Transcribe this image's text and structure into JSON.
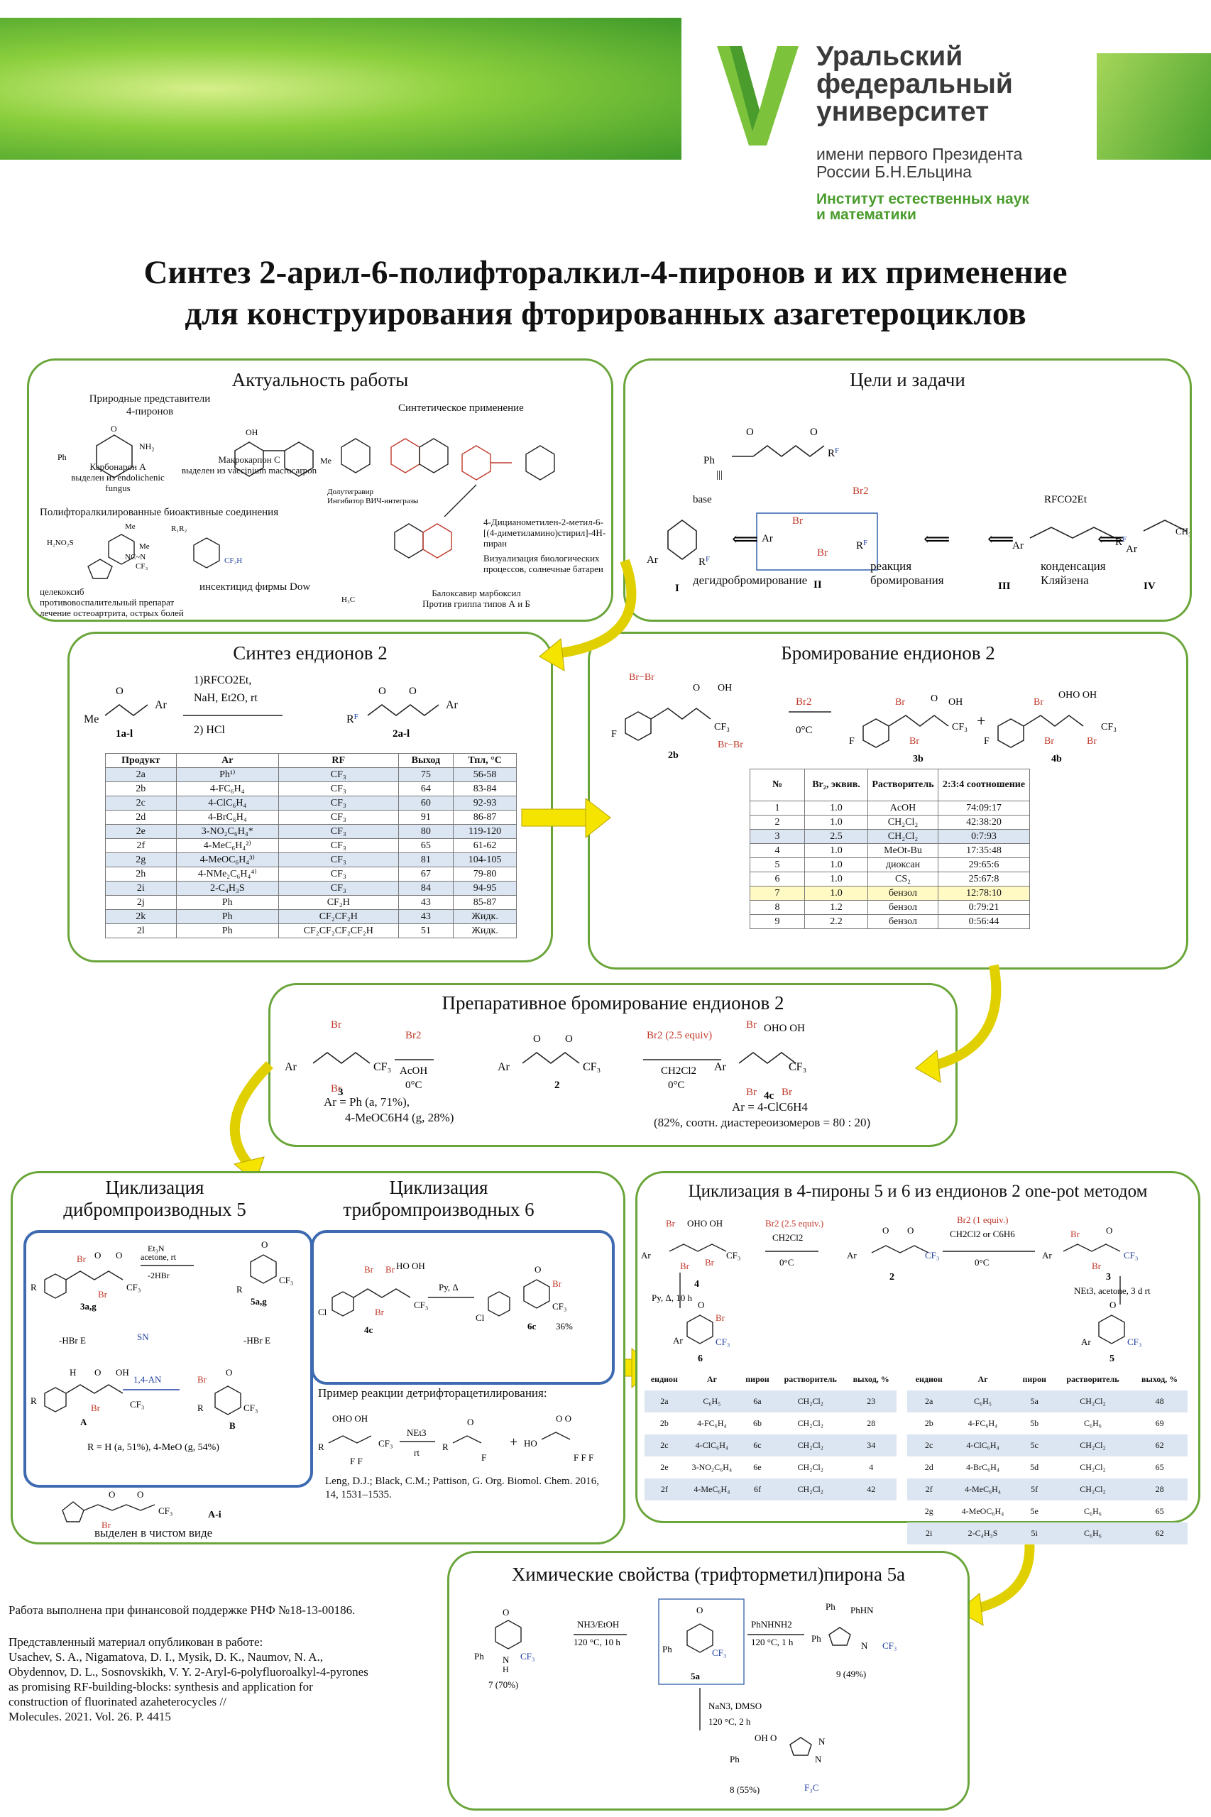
{
  "header": {
    "logo_line1": "Уральский",
    "logo_line2": "федеральный",
    "logo_line3": "университет",
    "logo_sub1": "имени первого Президента",
    "logo_sub2": "России Б.Н.Ельцина",
    "logo_inst1": "Институт естественных наук",
    "logo_inst2": "и математики"
  },
  "title": {
    "line1": "Синтез 2-арил-6-полифторалкил-4-пиронов и их применение",
    "line2": "для конструирования фторированных азагетероциклов"
  },
  "relevance": {
    "title": "Актуальность работы",
    "natural": "Природные представители",
    "natural2": "4-пиронов",
    "carbonarone": "Карбонарон А",
    "carbonarone_src": "выделен из endolichenic fungus",
    "macrocarpon": "Макрокарпон С",
    "macrocarpon_src": "выделен из vaccinium macrocarpon",
    "synthetic": "Синтетическое применение",
    "dolutegravir": "Долутегравир",
    "dolutegravir_desc": "Ингибитор ВИЧ-интегразы",
    "dye": "4-Дицианометилен-2-метил-6-[(4-диметиламино)стирил]-4Н-пиран",
    "dye_desc": "Визуализация биологических процессов, солнечные батареи",
    "baloxavir": "Балоксавир марбоксил",
    "baloxavir_desc": "Против гриппа типов А и Б",
    "polyfluoro": "Полифторалкилированные биоактивные соединения",
    "celecoxib": "целекоксиб",
    "celecoxib_desc1": "противовоспалительный препарат",
    "celecoxib_desc2": "лечение остеоартрита, острых болей",
    "insecticide": "инсектицид фирмы Dow"
  },
  "goals": {
    "title": "Цели и задачи",
    "base": "base",
    "br2": "Br2",
    "rfco2et": "RFCO2Et",
    "dehydro": "дегидробромирование",
    "bromination1": "реакция",
    "bromination2": "бромирования",
    "claisen1": "конденсация",
    "claisen2": "Кляйзена",
    "labels": [
      "I",
      "II",
      "III",
      "IV"
    ]
  },
  "synthesis": {
    "title": "Синтез ендионов 2",
    "cond1": "1)RFCO2Et,",
    "cond2": "NaH, Et2O, rt",
    "cond3": "2) HCl",
    "start": "1a-l",
    "product": "2a-l",
    "headers": [
      "Продукт",
      "Ar",
      "RF",
      "Выход",
      "Тпл, °С"
    ],
    "rows": [
      [
        "2a",
        "Ph¹⁾",
        "CF₃",
        "75",
        "56-58"
      ],
      [
        "2b",
        "4-FC₆H₄",
        "CF₃",
        "64",
        "83-84"
      ],
      [
        "2c",
        "4-ClC₆H₄",
        "CF₃",
        "60",
        "92-93"
      ],
      [
        "2d",
        "4-BrC₆H₄",
        "CF₃",
        "91",
        "86-87"
      ],
      [
        "2e",
        "3-NO₂C₆H₄*",
        "CF₃",
        "80",
        "119-120"
      ],
      [
        "2f",
        "4-MeC₆H₄²⁾",
        "CF₃",
        "65",
        "61-62"
      ],
      [
        "2g",
        "4-MeOC₆H₄³⁾",
        "CF₃",
        "81",
        "104-105"
      ],
      [
        "2h",
        "4-NMe₂C₆H₄⁴⁾",
        "CF₃",
        "67",
        "79-80"
      ],
      [
        "2i",
        "2-C₄H₃S",
        "CF₃",
        "84",
        "94-95"
      ],
      [
        "2j",
        "Ph",
        "CF₂H",
        "43",
        "85-87"
      ],
      [
        "2k",
        "Ph",
        "CF₂CF₂H",
        "43",
        "Жидк."
      ],
      [
        "2l",
        "Ph",
        "CF₂CF₂CF₂CF₂H",
        "51",
        "Жидк."
      ]
    ]
  },
  "bromination": {
    "title": "Бромирование ендионов 2",
    "reagent": "Br2",
    "temp": "0°C",
    "labels": [
      "2b",
      "3b",
      "4b"
    ],
    "headers": [
      "№",
      "Br₂, эквив.",
      "Растворитель",
      "2:3:4 соотношение"
    ],
    "rows": [
      [
        "1",
        "1.0",
        "AcOH",
        "74:09:17"
      ],
      [
        "2",
        "1.0",
        "CH₂Cl₂",
        "42:38:20"
      ],
      [
        "3",
        "2.5",
        "CH₂Cl₂",
        "0:7:93"
      ],
      [
        "4",
        "1.0",
        "MeOt-Bu",
        "17:35:48"
      ],
      [
        "5",
        "1.0",
        "диоксан",
        "29:65:6"
      ],
      [
        "6",
        "1.0",
        "CS₂",
        "25:67:8"
      ],
      [
        "7",
        "1.0",
        "бензол",
        "12:78:10"
      ],
      [
        "8",
        "1.2",
        "бензол",
        "0:79:21"
      ],
      [
        "9",
        "2.2",
        "бензол",
        "0:56:44"
      ]
    ]
  },
  "preparative": {
    "title": "Препаративное бромирование ендионов 2",
    "left_cond1": "Br2",
    "left_cond2": "AcOH",
    "left_cond3": "0°C",
    "right_cond1": "Br2 (2.5 equiv)",
    "right_cond2": "CH2Cl2",
    "right_cond3": "0°C",
    "label3": "3",
    "label2": "2",
    "label4c": "4c",
    "ar3_1": "Ar = Ph (a, 71%),",
    "ar3_2": "4-MeOC6H4 (g, 28%)",
    "ar4c": "Ar = 4-ClC6H4",
    "ar4c_note": "(82%, соотн. диастереоизомеров = 80 : 20)"
  },
  "cyclization_left": {
    "title1a": "Циклизация",
    "title1b": "дибромпроизводных 5",
    "title2a": "Циклизация",
    "title2b": "трибромпроизводных 6",
    "cond_top": "Et3N acetone, rt -2HBr",
    "lbl_3ag": "3a,g",
    "lbl_5ag": "5a,g",
    "lbl_A": "A",
    "lbl_B": "B",
    "hbr_e": "-HBr E",
    "sn": "SN",
    "hbr_e2": "-HBr E",
    "shift": "1,4-AN",
    "r_note": "R = H (a, 51%), 4-MeO (g, 54%)",
    "ai_label": "A-i",
    "ai_note": "выделен в чистом виде",
    "py": "Py, Δ",
    "lbl_4c": "4c",
    "lbl_6c": "6c",
    "yield_6c": "36%",
    "example": "Пример реакции детрифторацетилирования:",
    "net3": "NEt3",
    "rt": "rt",
    "ref": "Leng, D.J.; Black, C.M.; Pattison, G. Org. Biomol. Chem. 2016, 14, 1531–1535."
  },
  "cyclization_right": {
    "title": "Циклизация в 4-пироны 5 и 6 из ендионов 2 one-pot методом",
    "left_cond1": "Br2 (2.5 equiv.)",
    "left_cond2": "CH2Cl2",
    "left_cond3": "0°C",
    "right_cond1": "Br2 (1 equiv.)",
    "right_cond2": "CH2Cl2 or C6H6",
    "right_cond3": "0°C",
    "py": "Py, Δ, 10 h",
    "net3": "NEt3, acetone, 3 d rt",
    "labels": [
      "4",
      "2",
      "3",
      "6",
      "5"
    ],
    "table6_headers": [
      "ендион",
      "Ar",
      "пирон",
      "растворитель",
      "выход, %"
    ],
    "table6_rows": [
      [
        "2a",
        "C₆H₅",
        "6a",
        "CH₂Cl₂",
        "23"
      ],
      [
        "2b",
        "4-FC₆H₄",
        "6b",
        "CH₂Cl₂",
        "28"
      ],
      [
        "2c",
        "4-ClC₆H₄",
        "6c",
        "CH₂Cl₂",
        "34"
      ],
      [
        "2e",
        "3-NO₂C₆H₄",
        "6e",
        "CH₂Cl₂",
        "4"
      ],
      [
        "2f",
        "4-MeC₆H₄",
        "6f",
        "CH₂Cl₂",
        "42"
      ]
    ],
    "table5_headers": [
      "ендион",
      "Ar",
      "пирон",
      "растворитель",
      "выход, %"
    ],
    "table5_rows": [
      [
        "2a",
        "C₆H₅",
        "5a",
        "CH₂Cl₂",
        "48"
      ],
      [
        "2b",
        "4-FC₆H₄",
        "5b",
        "C₆H₆",
        "69"
      ],
      [
        "2c",
        "4-ClC₆H₄",
        "5c",
        "CH₂Cl₂",
        "62"
      ],
      [
        "2d",
        "4-BrC₆H₄",
        "5d",
        "CH₂Cl₂",
        "65"
      ],
      [
        "2f",
        "4-MeC₆H₄",
        "5f",
        "CH₂Cl₂",
        "28"
      ],
      [
        "2g",
        "4-MeOC₆H₄",
        "5e",
        "C₆H₆",
        "65"
      ],
      [
        "2i",
        "2-C₄H₃S",
        "5i",
        "C₆H₆",
        "62"
      ]
    ]
  },
  "chemistry": {
    "title": "Химические свойства (трифторметил)пирона 5а",
    "nh3": "NH3/EtOH",
    "nh3_cond": "120 °C, 10 h",
    "phnhnh2": "PhNHNH2",
    "phnhnh2_cond": "120 °C, 1 h",
    "nan3": "NaN3, DMSO",
    "nan3_cond": "120 °C, 2 h",
    "lbl_7": "7 (70%)",
    "lbl_5a": "5a",
    "lbl_9": "9 (49%)",
    "lbl_8": "8 (55%)"
  },
  "footer": {
    "funding": "Работа выполнена при финансовой поддержке РНФ №18-13-00186.",
    "pub_intro": "Представленный материал опубликован в работе:",
    "ref_lines": [
      "Usachev, S. A., Nigamatova, D. I., Mysik, D. K., Naumov, N. A.,",
      "Obydennov, D. L., Sosnovskikh, V. Y. 2-Aryl-6-polyfluoroalkyl-4-pyrones",
      "as promising RF-building-blocks: synthesis and application for",
      "construction of fluorinated azaheterocycles //",
      "Molecules. 2021. Vol. 26. P. 4415"
    ]
  }
}
